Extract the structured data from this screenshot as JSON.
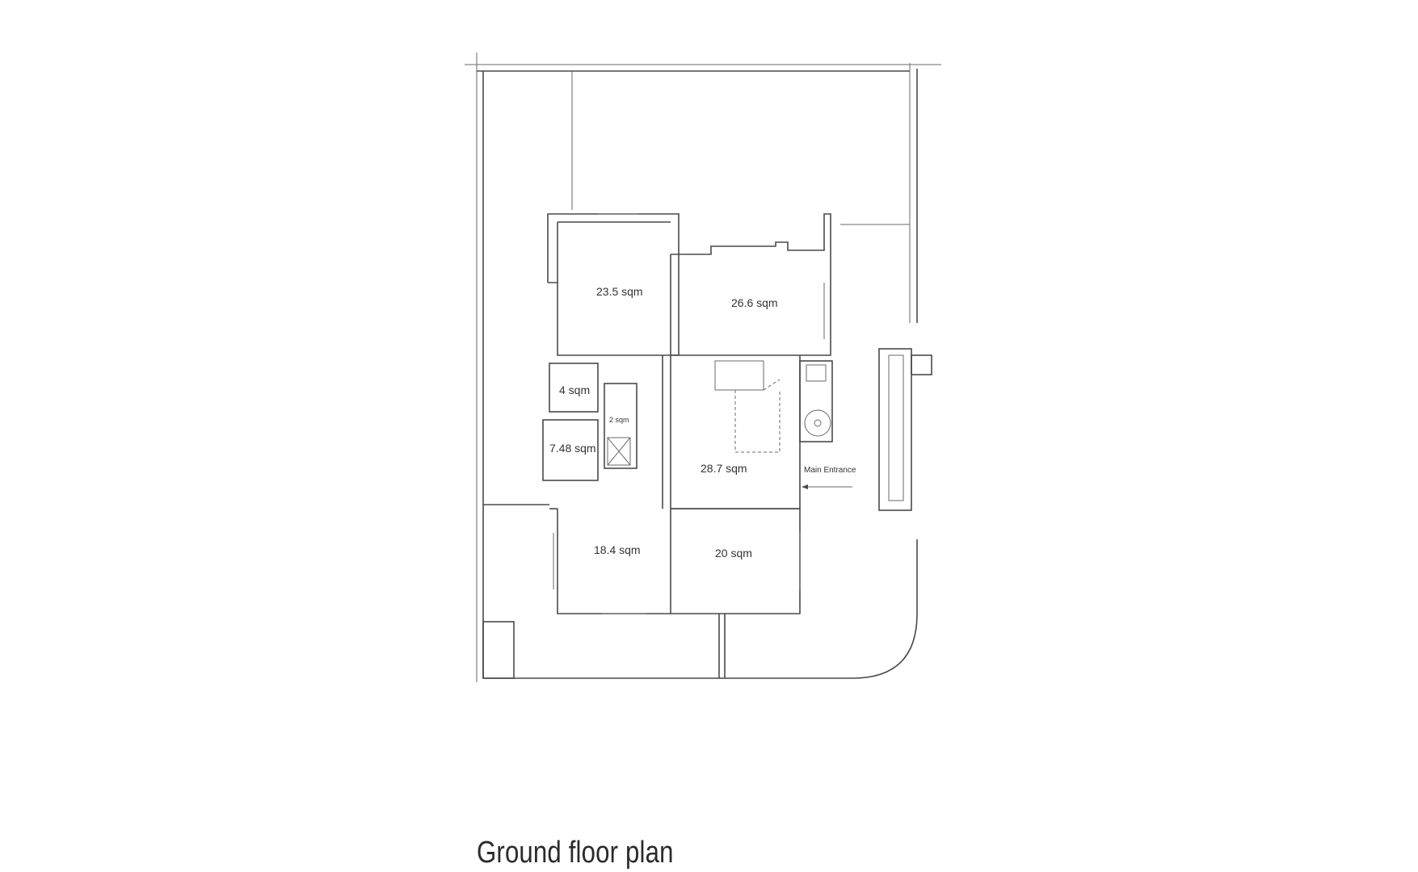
{
  "plan": {
    "caption": "Ground floor plan",
    "rooms": {
      "r1": "23.5 sqm",
      "r2": "26.6 sqm",
      "r3": "4 sqm",
      "r4": "2 sqm",
      "r5": "7.48 sqm",
      "r6": "28.7 sqm",
      "r7": "18.4 sqm",
      "r8": "20 sqm"
    },
    "entrance_label": "Main Entrance"
  },
  "colors": {
    "line": "#4a4a4a",
    "background": "#ffffff"
  }
}
